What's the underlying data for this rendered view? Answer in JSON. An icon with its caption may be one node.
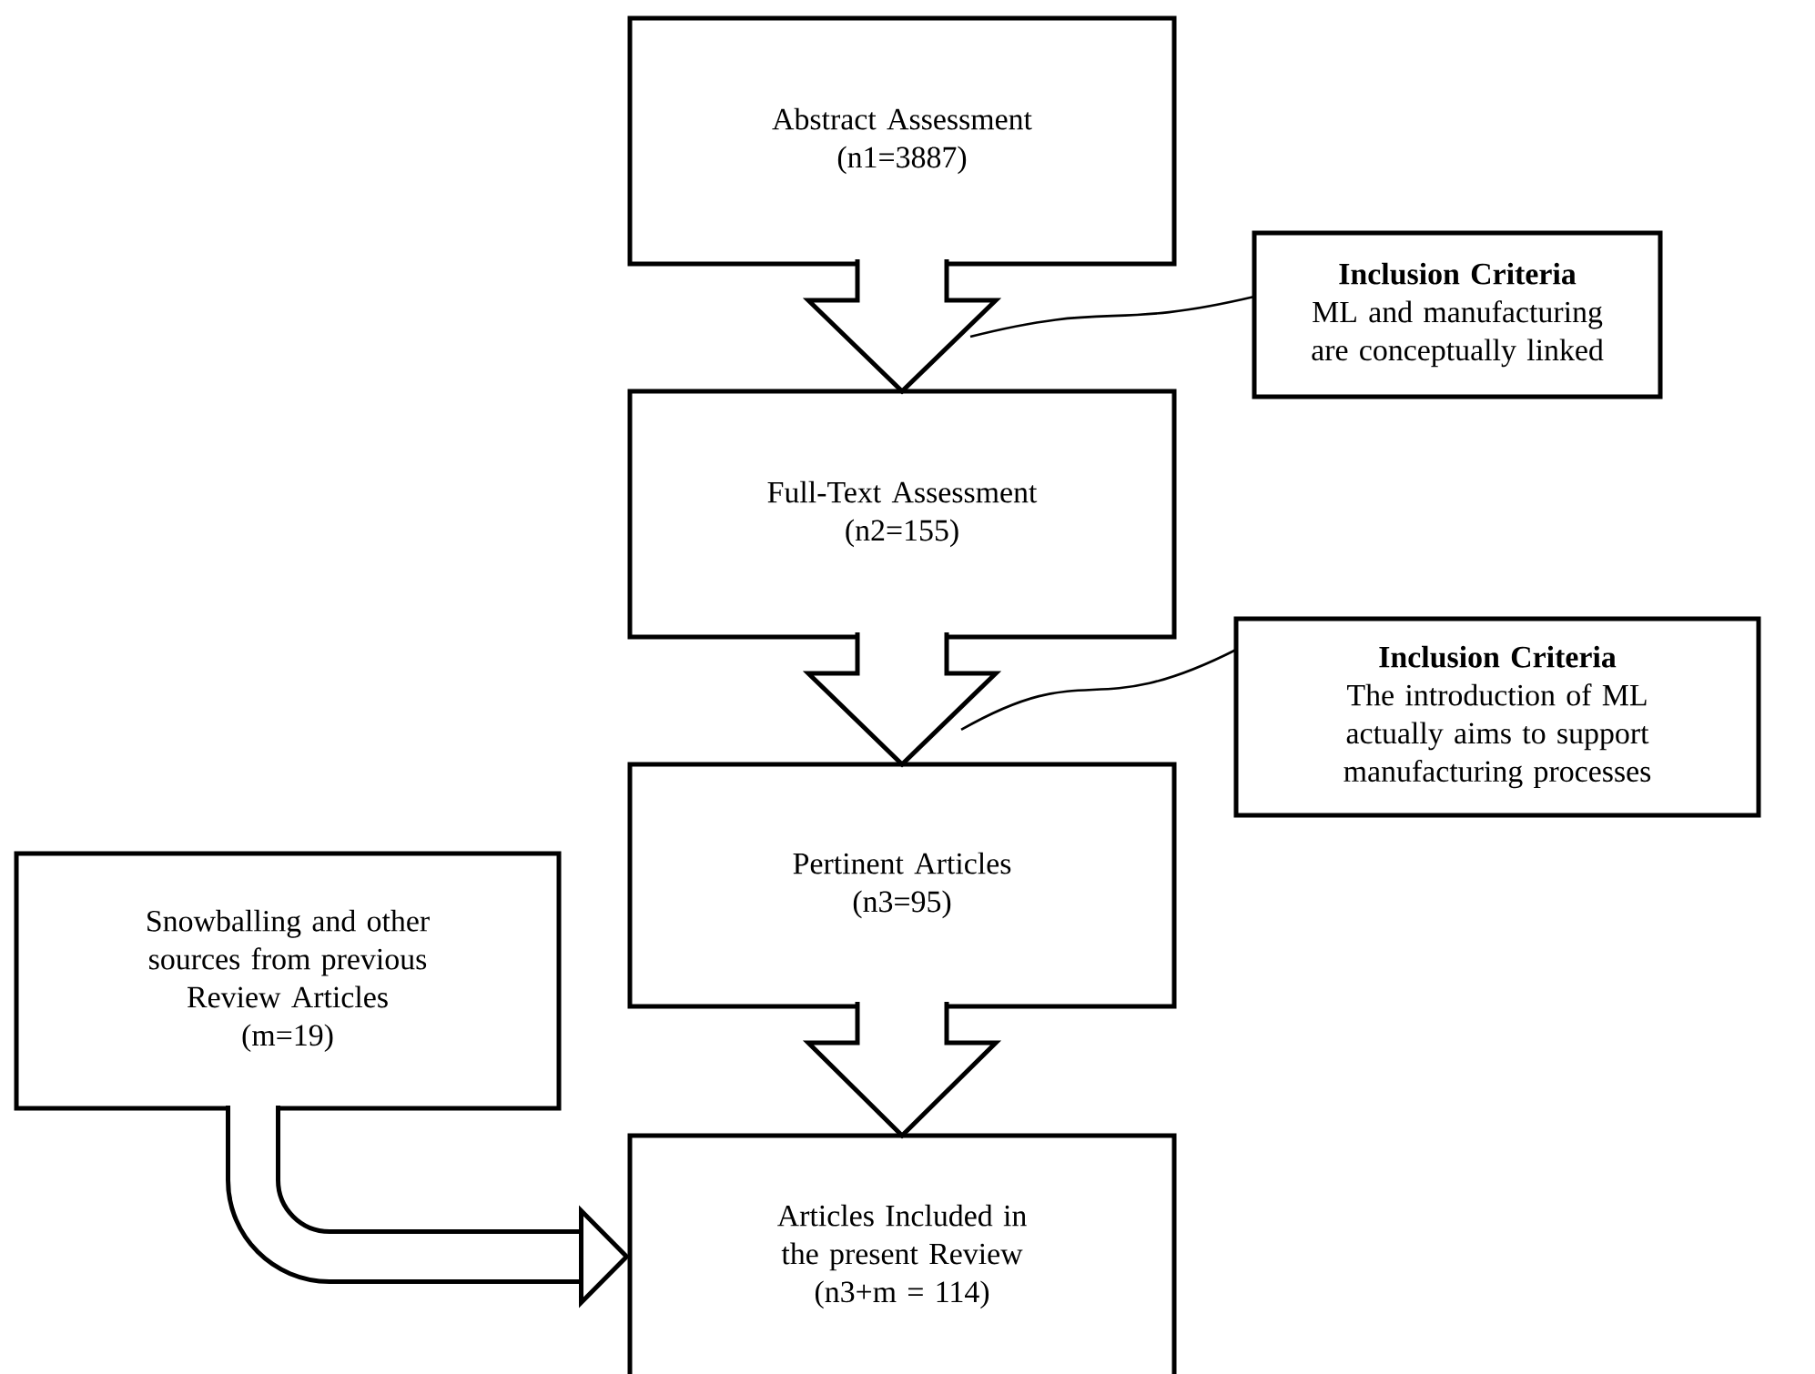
{
  "diagram": {
    "nodes": [
      {
        "text": [
          "Abstract Assessment",
          "(n1=3887)"
        ]
      },
      {
        "text": [
          "Inclusion Criteria",
          "ML and manufacturing are conceptually linked"
        ]
      },
      {
        "text": [
          "Full-Text Assessment",
          "(n2=155)"
        ]
      },
      {
        "text": [
          "Inclusion Criteria",
          "The introduction of ML actually aims to support manufacturing processes"
        ]
      },
      {
        "text": [
          "Pertinent Articles",
          "(n3=95)"
        ]
      },
      {
        "text": [
          "Snowballing and other sources from previous Review Articles",
          "(m=19)"
        ]
      },
      {
        "text": [
          "Articles Included in the present Review",
          "(n3+m = 114)"
        ]
      }
    ],
    "edges": [
      {
        "from": 0,
        "to": 2,
        "arrow": "to"
      },
      {
        "from": 1,
        "to": null,
        "arrow": "none"
      },
      {
        "from": 2,
        "to": 4,
        "arrow": "to"
      },
      {
        "from": 3,
        "to": null,
        "arrow": "none"
      },
      {
        "from": 4,
        "to": 6,
        "arrow": "to"
      },
      {
        "from": 5,
        "to": 6,
        "arrow": "to",
        "style": "thick"
      }
    ]
  }
}
